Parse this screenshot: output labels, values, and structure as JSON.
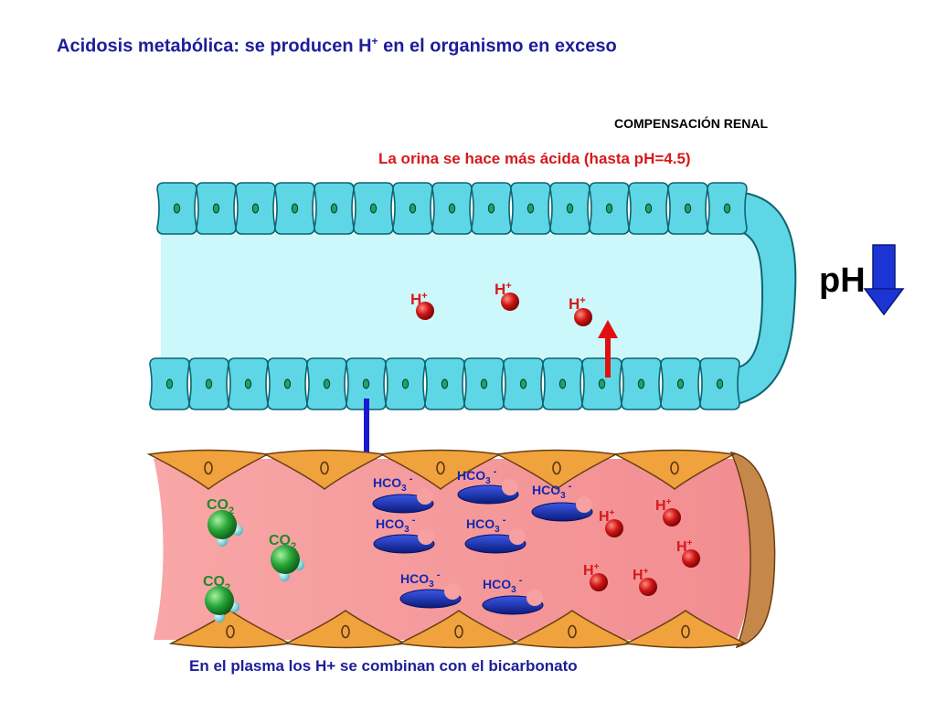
{
  "title_main": "Acidosis metabólica: se producen H",
  "title_sup": "+",
  "title_rest": " en el organismo en exceso",
  "section_label": "COMPENSACIÓN RENAL",
  "urine_caption": "La orina se hace más ácida (hasta pH=4.5)",
  "plasma_caption": "En el plasma los H+ se combinan con el bicarbonato",
  "ph_indicator": {
    "label": "pH",
    "direction": "down"
  },
  "ions": {
    "h_base": "H",
    "h_sup": "+",
    "hco3_base": "HCO",
    "hco3_sub": "3",
    "hco3_sup": "-",
    "co2_base": "CO",
    "co2_sub": "2"
  },
  "colors": {
    "title": "#1d1d9a",
    "red_text": "#d7191c",
    "tubule_cell": "#5fd6e6",
    "tubule_lumen": "#ccf7fb",
    "vessel": "#f4999b",
    "endothelial": "#f0a23c",
    "proton": "#d01818",
    "bicarbonate": "#1428b0",
    "co2": "#2aa73a"
  }
}
